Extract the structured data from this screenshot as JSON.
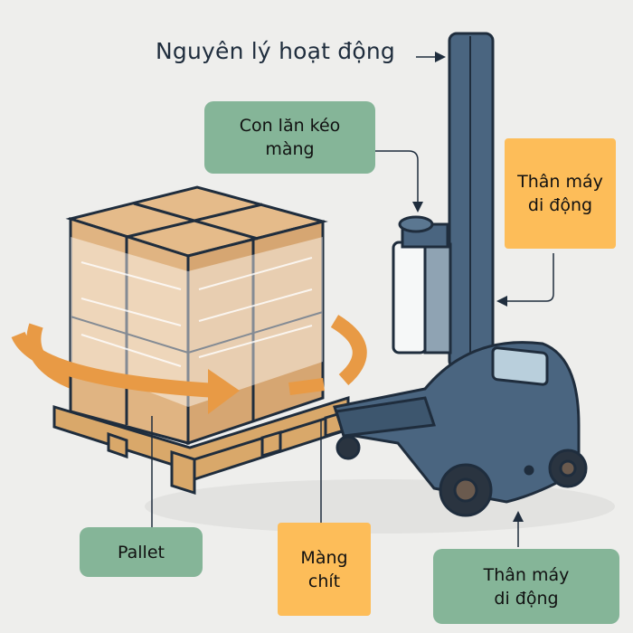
{
  "title": "Nguyên lý hoạt động",
  "labels": {
    "roller": "Con lăn kéo màng",
    "body_top": "Thân máy di động",
    "pallet": "Pallet",
    "film": "Màng chít",
    "body_bottom": "Thân máy di động"
  },
  "colors": {
    "background": "#eeeeec",
    "green_label": "#85b598",
    "orange_label": "#fdbd59",
    "machine": "#4a6580",
    "box": "#e0b482",
    "rotation_arrow": "#e89a45"
  }
}
